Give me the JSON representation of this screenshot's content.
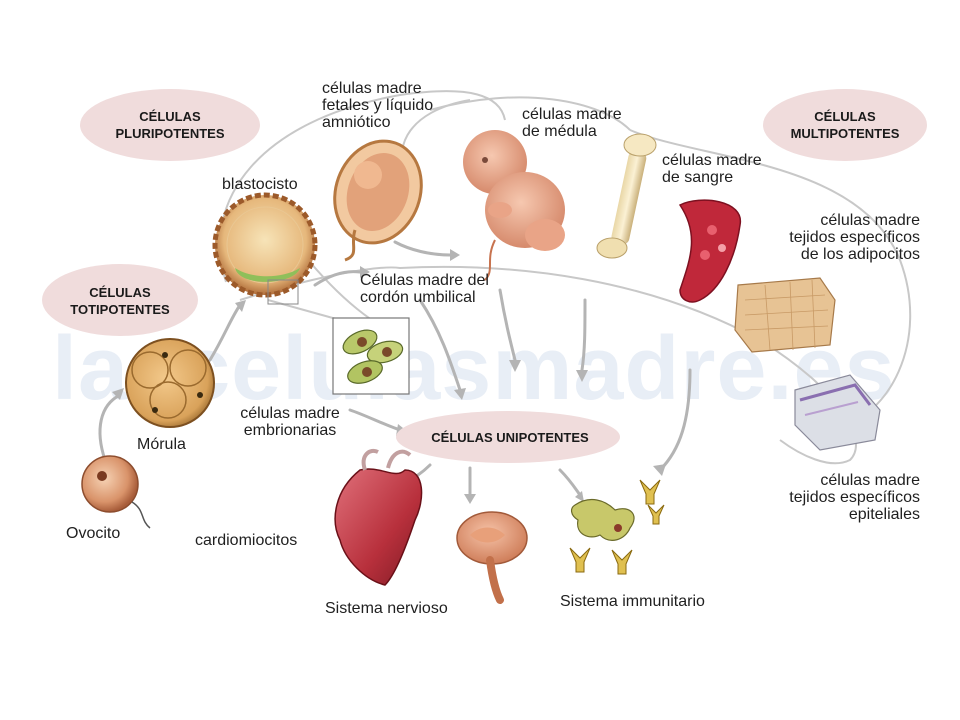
{
  "watermark": "lascelulasmadre.es",
  "categories": {
    "pluripotentes": "CÉLULAS\nPLURIPOTENTES",
    "multipotentes": "CÉLULAS\nMULTIPOTENTES",
    "totipotentes": "CÉLULAS\nTOTIPOTENTES",
    "unipotentes": "CÉLULAS UNIPOTENTES"
  },
  "labels": {
    "fetales": "células madre\nfetales y líquido\namniótico",
    "medula": "células madre\nde médula",
    "sangre": "células madre\nde sangre",
    "adipocitos": "células madre\ntejidos específicos\nde los adipocitos",
    "blastocisto": "blastocisto",
    "cordon": "Células madre del\ncordón umbilical",
    "morula": "Mórula",
    "embrionarias": "células madre\nembrionarias",
    "ovocito": "Ovocito",
    "epiteliales": "células madre\ntejidos específicos\nepiteliales",
    "cardiomiocitos": "cardiomiocitos",
    "nervioso": "Sistema nervioso",
    "immunitario": "Sistema immunitario"
  },
  "colors": {
    "pill": "#f0dcdc",
    "outline": "#c8c8c8",
    "arrow": "#b4b4b4"
  }
}
